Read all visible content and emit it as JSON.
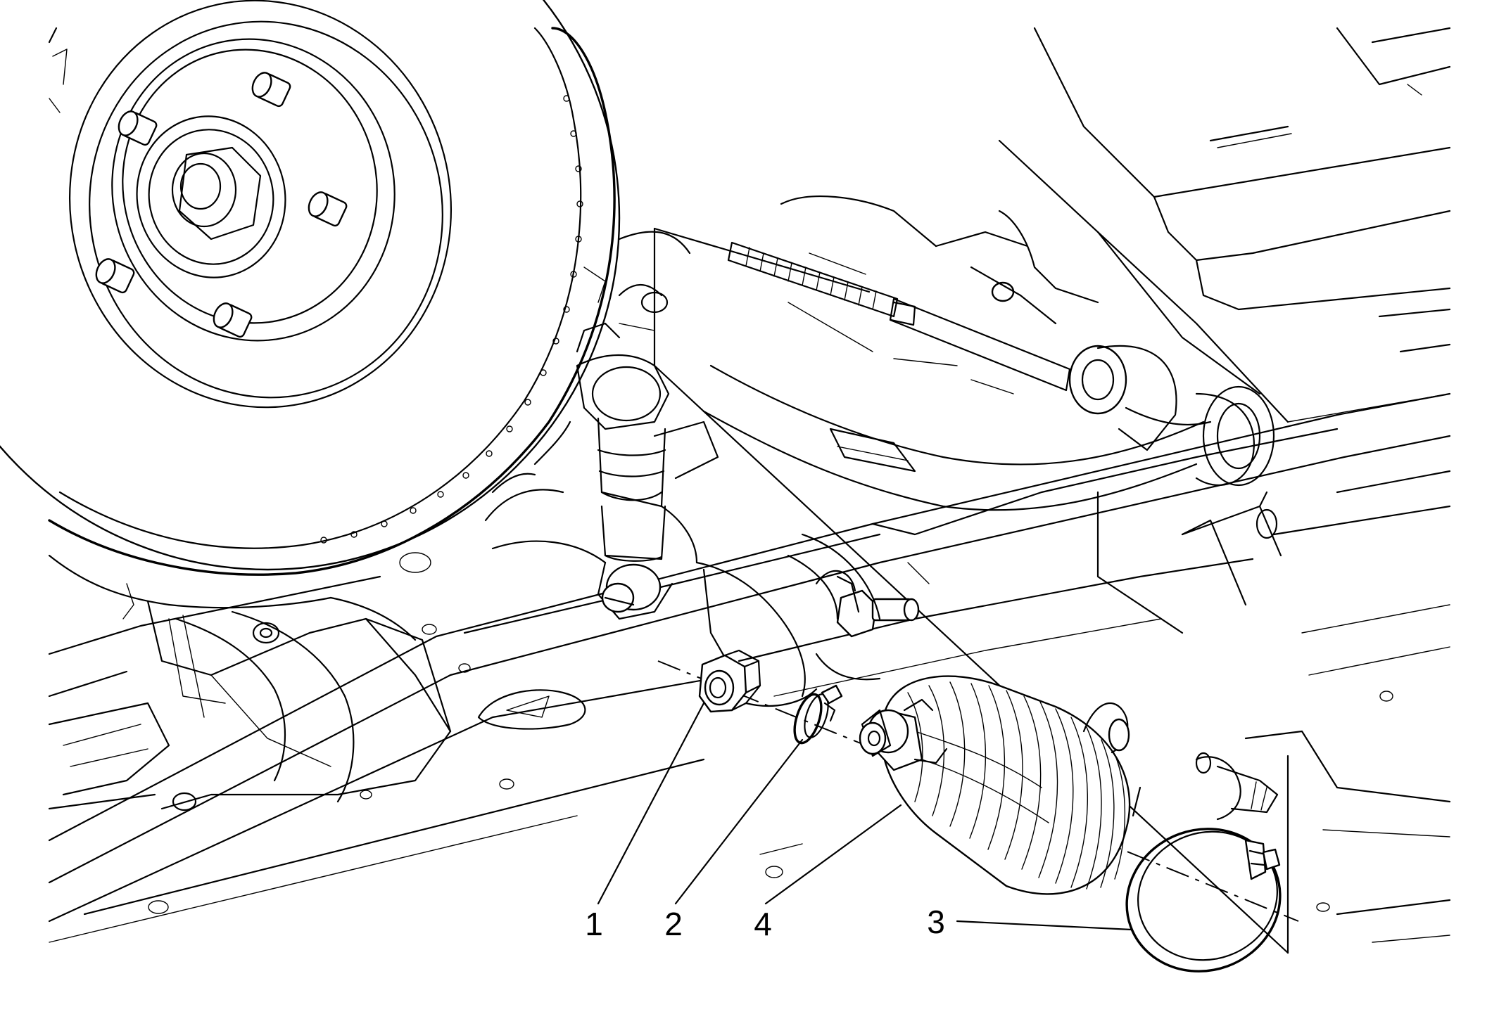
{
  "diagram": {
    "callouts": [
      {
        "id": "1",
        "label": "1"
      },
      {
        "id": "2",
        "label": "2"
      },
      {
        "id": "4",
        "label": "4"
      },
      {
        "id": "3",
        "label": "3"
      }
    ],
    "colors": {
      "line": "#000000",
      "background": "#ffffff"
    }
  }
}
